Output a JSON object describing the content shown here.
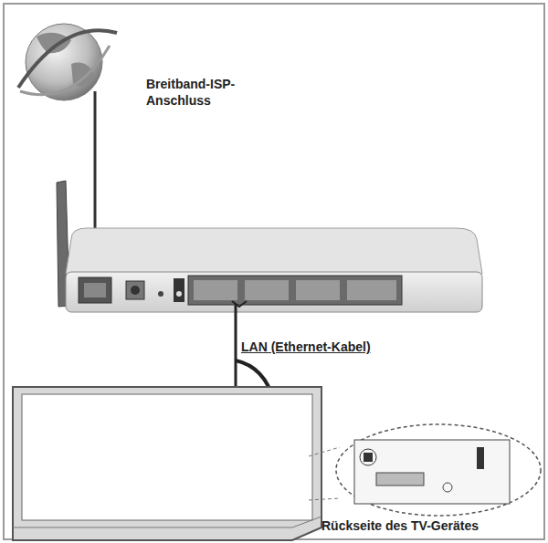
{
  "diagram": {
    "labels": [
      "Breitband-ISP- Anschluss",
      "LAN (Ethernet-Kabel)",
      "Rückseite des TV-Gerätes"
    ]
  }
}
